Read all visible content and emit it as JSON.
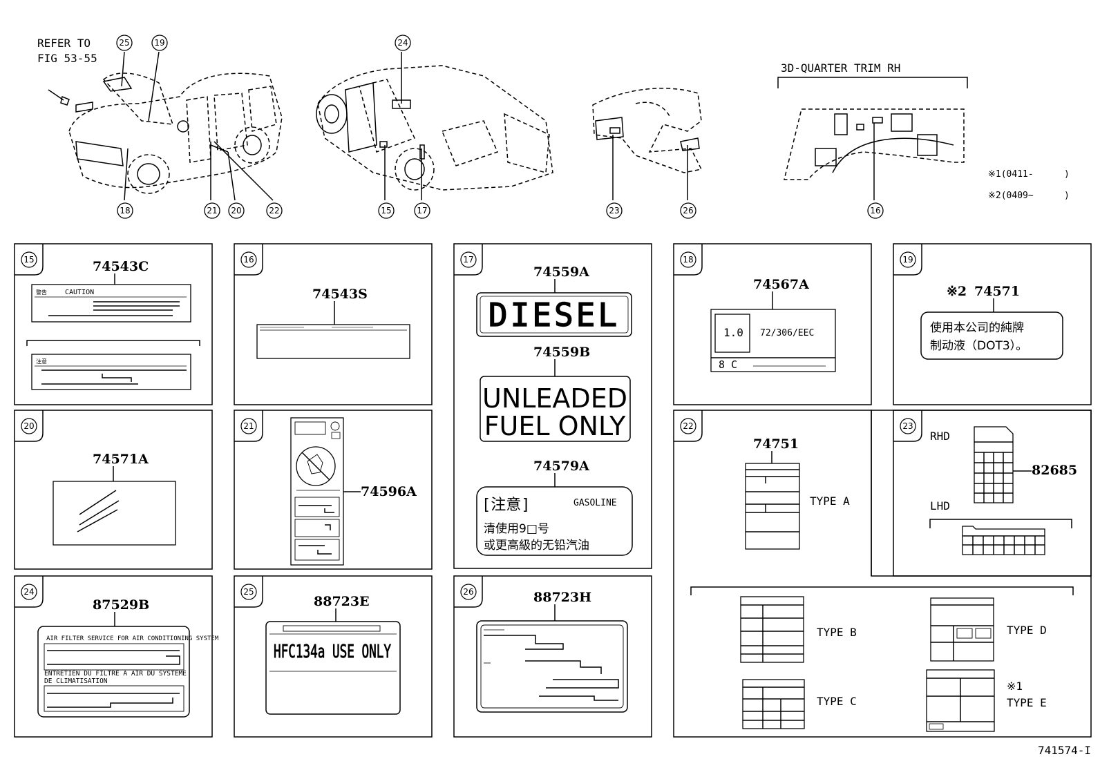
{
  "header": {
    "refer_line1": "REFER TO",
    "refer_line2": "FIG 53-55",
    "trim_title": "3D-QUARTER TRIM RH",
    "note1": "※1(0411-",
    "note1_end": ")",
    "note2": "※2(0409~",
    "note2_end": ")",
    "figure_id": "741574-I"
  },
  "callouts": {
    "c25": "25",
    "c19": "19",
    "c18": "18",
    "c21": "21",
    "c20": "20",
    "c22": "22",
    "c24": "24",
    "c15": "15",
    "c17": "17",
    "c23": "23",
    "c26": "26",
    "c16": "16"
  },
  "panels": {
    "p15": {
      "num": "15",
      "part": "74543C",
      "caution": "CAUTION",
      "warn_cn": "警告",
      "note_cn": "注意"
    },
    "p16": {
      "num": "16",
      "part": "74543S"
    },
    "p17": {
      "num": "17",
      "part_a": "74559A",
      "diesel": "DIESEL",
      "part_b": "74559B",
      "unleaded1": "UNLEADED",
      "unleaded2": "FUEL ONLY",
      "part_c": "74579A",
      "caution_cn": "[注意]",
      "gasoline": "GASOLINE",
      "cn_line1": "清使用9□号",
      "cn_line2": "或更高級的无铅汽油"
    },
    "p18": {
      "num": "18",
      "part": "74567A",
      "value": "1.0",
      "code": "72/306/EEC",
      "row": "8 C"
    },
    "p19": {
      "num": "19",
      "ref": "※2",
      "part": "74571",
      "cn_line1": "使用本公司的純牌",
      "cn_line2": "制动液（DOT3）。"
    },
    "p20": {
      "num": "20",
      "part": "74571A"
    },
    "p21": {
      "num": "21",
      "part": "74596A"
    },
    "p22": {
      "num": "22",
      "part": "74751",
      "type_a": "TYPE A",
      "type_b": "TYPE B",
      "type_c": "TYPE C",
      "type_d": "TYPE D",
      "ref_e": "※1",
      "type_e": "TYPE E"
    },
    "p23": {
      "num": "23",
      "rhd": "RHD",
      "part": "82685",
      "lhd": "LHD"
    },
    "p24": {
      "num": "24",
      "part": "87529B",
      "line1": "AIR FILTER SERVICE FOR AIR CONDITIONING SYSTEM",
      "line2": "ENTRETIEN DU FILTRE A AIR DU SYSTEME",
      "line3": "DE CLIMATISATION"
    },
    "p25": {
      "num": "25",
      "part": "88723E",
      "text": "HFC134a USE ONLY"
    },
    "p26": {
      "num": "26",
      "part": "88723H"
    }
  }
}
